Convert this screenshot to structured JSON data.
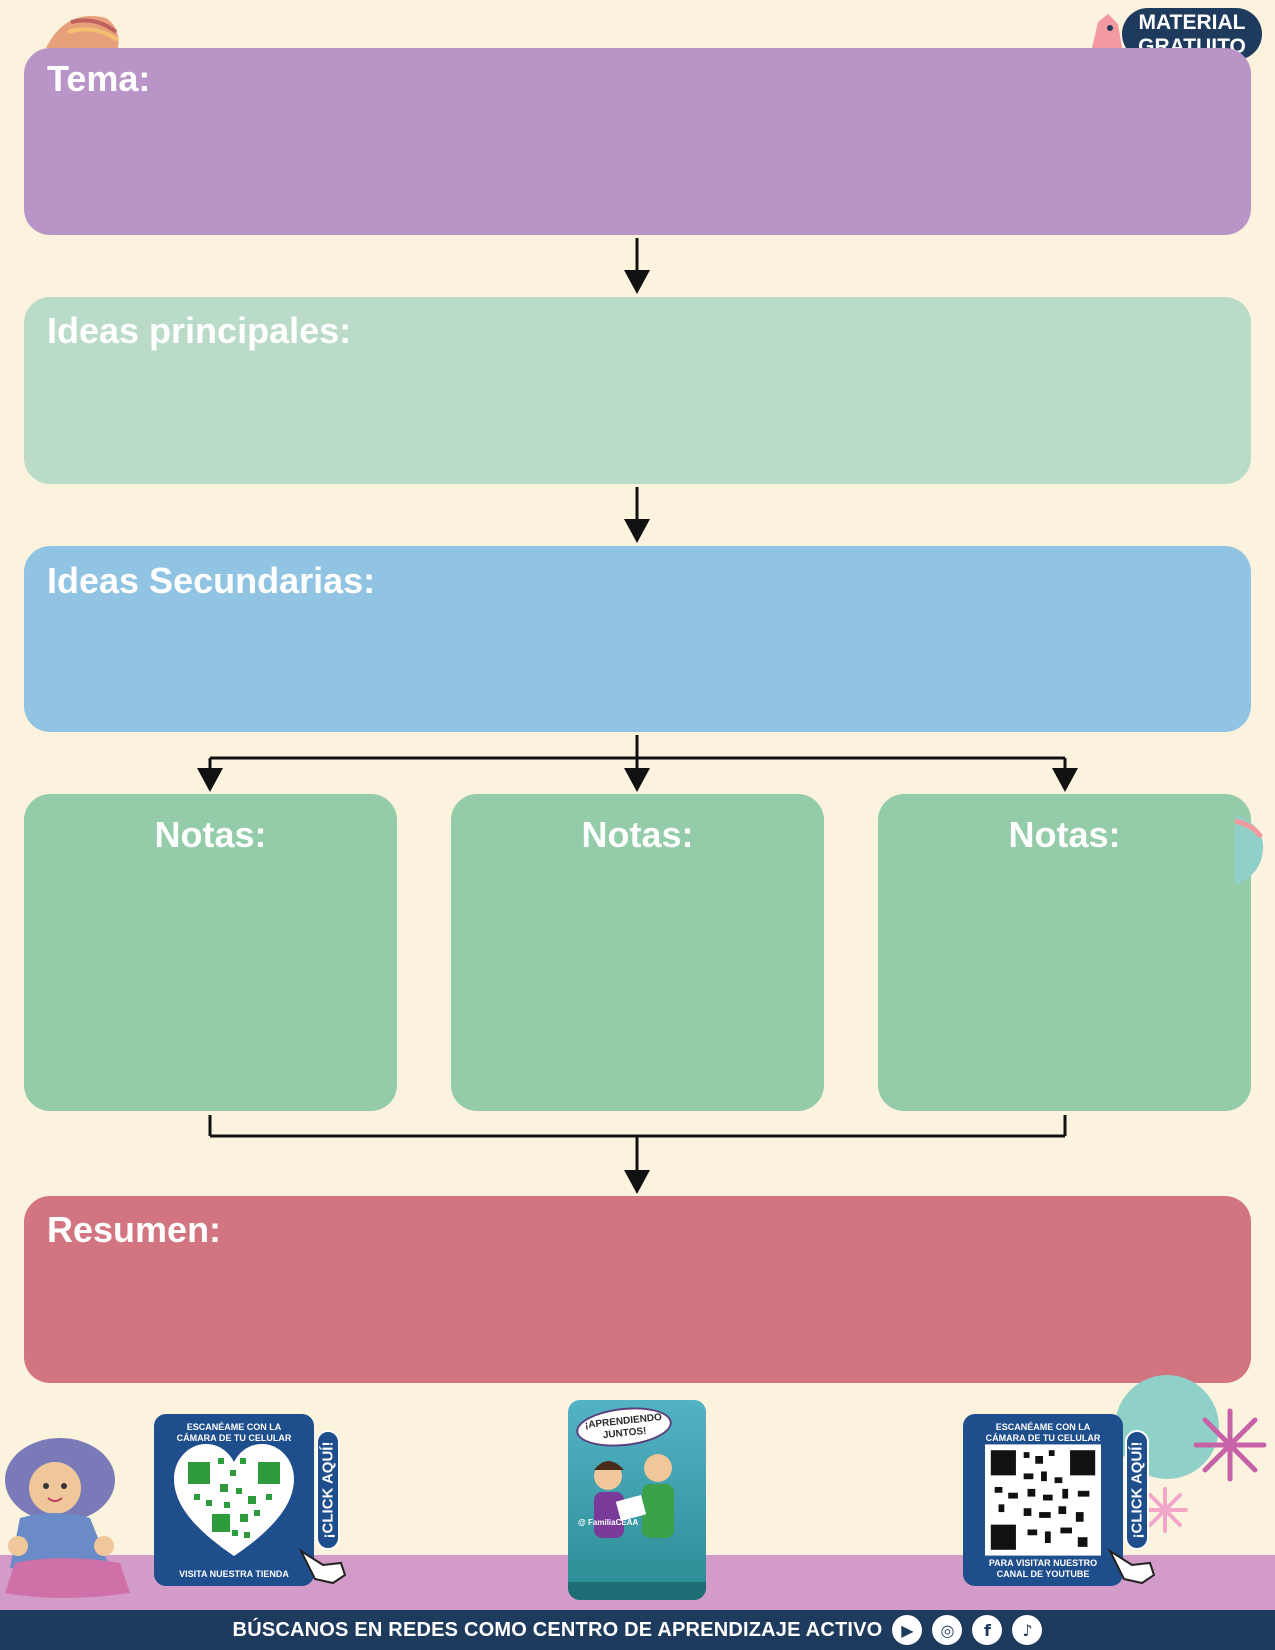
{
  "badge": {
    "line1": "MATERIAL",
    "line2": "GRATUITO"
  },
  "sections": {
    "tema": "Tema:",
    "ideas_principales": "Ideas principales:",
    "ideas_secundarias": "Ideas Secundarias:",
    "notas": [
      "Notas:",
      "Notas:",
      "Notas:"
    ],
    "resumen": "Resumen:"
  },
  "colors": {
    "tema": "#b994c6",
    "ideas_principales": "#b9dbc7",
    "ideas_secundarias": "#90c4e2",
    "notas": "#94cba9",
    "resumen": "#d27580"
  },
  "qr_left": {
    "caption": "ESCANÉAME CON LA CÁMARA DE TU CELULAR",
    "bottom": "VISITA NUESTRA TIENDA",
    "tab": "¡CLICK AQUÍ!"
  },
  "phone": {
    "bubble": "¡APRENDIENDO JUNTOS!",
    "handle": "@ FamiliaCEAA"
  },
  "qr_right": {
    "caption": "ESCANÉAME CON LA CÁMARA DE TU CELULAR",
    "bottom": "PARA VISITAR NUESTRO CANAL DE YOUTUBE",
    "tab": "¡CLICK AQUÍ!"
  },
  "footer": {
    "text": "BÚSCANOS EN REDES COMO CENTRO DE APRENDIZAJE ACTIVO"
  },
  "social_icons": [
    "youtube-icon",
    "instagram-icon",
    "facebook-icon",
    "tiktok-icon"
  ]
}
